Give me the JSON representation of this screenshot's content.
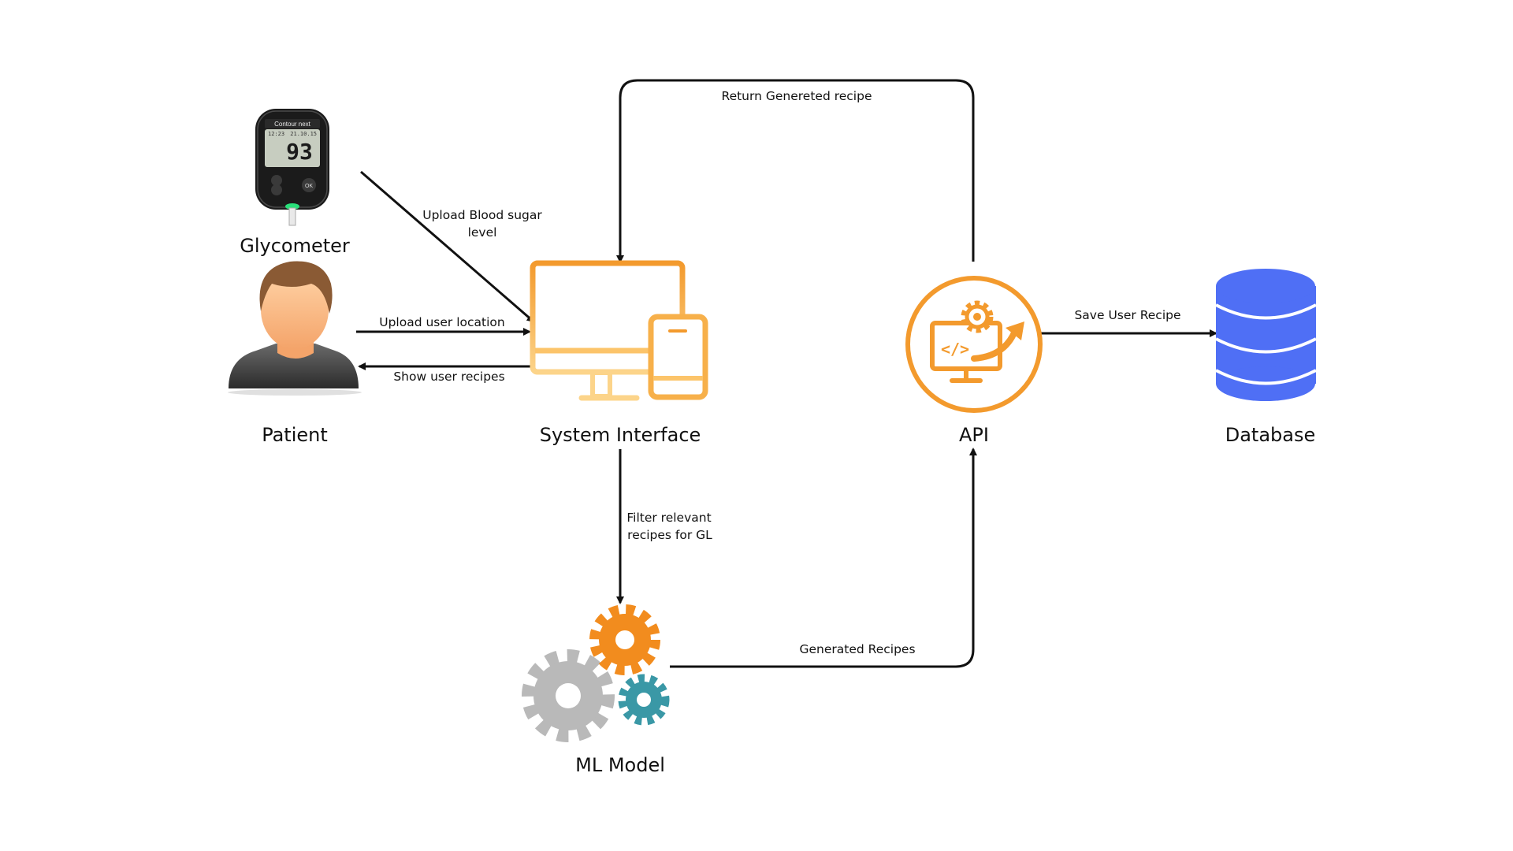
{
  "nodes": {
    "glycometer": {
      "label": "Glycometer",
      "screen_brand": "Contour next",
      "screen_value": "93",
      "screen_left": "12:23",
      "screen_right": "21.10.15",
      "ok_label": "OK"
    },
    "patient": {
      "label": "Patient"
    },
    "system_interface": {
      "label": "System Interface"
    },
    "api": {
      "label": "API",
      "code_glyph": "</>"
    },
    "database": {
      "label": "Database"
    },
    "ml_model": {
      "label": "ML Model"
    }
  },
  "edges": {
    "upload_blood_sugar": {
      "line1": "Upload Blood sugar",
      "line2": "level"
    },
    "upload_location": {
      "label": "Upload user location"
    },
    "show_recipes": {
      "label": "Show user recipes"
    },
    "filter_recipes": {
      "line1": "Filter relevant",
      "line2": "recipes for GL"
    },
    "generated_recipes": {
      "label": "Generated Recipes"
    },
    "return_recipe": {
      "label": "Return Genereted recipe"
    },
    "save_recipe": {
      "label": "Save  User Recipe"
    }
  },
  "colors": {
    "orange": "#F39A2D",
    "orange_light": "#FCC46A",
    "gear_orange": "#F28C1E",
    "gear_gray": "#B9B9B9",
    "gear_teal": "#3A98A6",
    "db_blue": "#4F6FF5",
    "line": "#111111"
  },
  "icons": {
    "glycometer": "glucose-meter-icon",
    "patient": "user-avatar-icon",
    "system_interface": "desktop-mobile-icon",
    "api": "api-gear-code-icon",
    "database": "database-cylinder-icon",
    "ml_model": "gears-icon"
  }
}
